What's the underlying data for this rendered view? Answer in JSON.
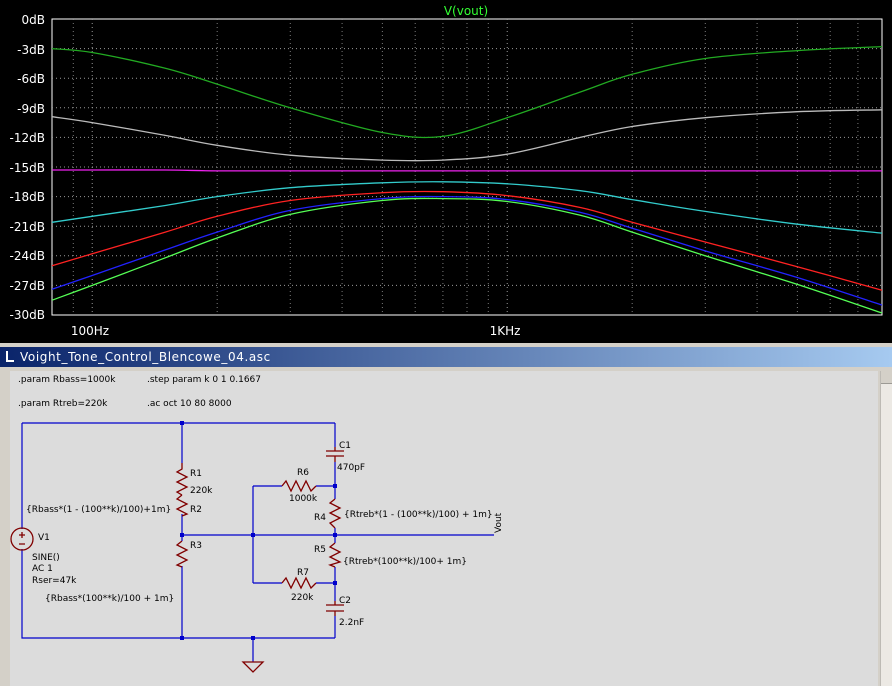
{
  "plot": {
    "title": "V(vout)",
    "y_ticks": [
      "0dB",
      "-3dB",
      "-6dB",
      "-9dB",
      "-12dB",
      "-15dB",
      "-18dB",
      "-21dB",
      "-24dB",
      "-27dB",
      "-30dB"
    ],
    "x_ticks": [
      "100Hz",
      "1KHz"
    ],
    "colors": {
      "background": "#000000",
      "grid": "#9a9a9a",
      "frame": "#ffffff",
      "title": "#33ff33"
    }
  },
  "chart_data": {
    "type": "line",
    "title": "V(vout)",
    "xscale": "log",
    "xlim": [
      80,
      8000
    ],
    "ylim": [
      -30,
      0
    ],
    "grid": true,
    "x": [
      80,
      100,
      150,
      200,
      300,
      500,
      700,
      1000,
      1500,
      2000,
      3000,
      5000,
      8000
    ],
    "series": [
      {
        "color": "#22aa22",
        "values": [
          -3.0,
          -3.4,
          -5.0,
          -6.6,
          -9.0,
          -11.5,
          -11.9,
          -10.0,
          -7.4,
          -5.6,
          -4.0,
          -3.2,
          -2.8
        ]
      },
      {
        "color": "#bbbbbb",
        "values": [
          -9.9,
          -10.5,
          -11.8,
          -12.8,
          -13.8,
          -14.3,
          -14.3,
          -13.7,
          -12.0,
          -10.9,
          -10.0,
          -9.4,
          -9.2
        ]
      },
      {
        "color": "#ee22ee",
        "values": [
          -15.3,
          -15.3,
          -15.3,
          -15.4,
          -15.4,
          -15.4,
          -15.4,
          -15.4,
          -15.4,
          -15.4,
          -15.4,
          -15.4,
          -15.4
        ]
      },
      {
        "color": "#33cccc",
        "values": [
          -20.6,
          -20.0,
          -18.9,
          -18.0,
          -17.1,
          -16.6,
          -16.5,
          -16.7,
          -17.4,
          -18.3,
          -19.5,
          -20.8,
          -21.7
        ]
      },
      {
        "color": "#ff2222",
        "values": [
          -25.0,
          -23.8,
          -21.6,
          -20.0,
          -18.4,
          -17.6,
          -17.5,
          -17.9,
          -19.1,
          -20.6,
          -22.6,
          -25.1,
          -27.5
        ]
      },
      {
        "color": "#2222ff",
        "values": [
          -27.4,
          -26.0,
          -23.4,
          -21.6,
          -19.4,
          -18.2,
          -18.0,
          -18.3,
          -19.6,
          -21.2,
          -23.5,
          -26.2,
          -29.0
        ]
      },
      {
        "color": "#55ff55",
        "values": [
          -28.5,
          -27.0,
          -24.2,
          -22.2,
          -19.8,
          -18.4,
          -18.2,
          -18.5,
          -19.9,
          -21.6,
          -24.0,
          -26.9,
          -29.8
        ]
      }
    ]
  },
  "schematic": {
    "window_title": "Voight_Tone_Control_Blencowe_04.asc",
    "directives": {
      "rbass": ".param Rbass=1000k",
      "step": ".step param k 0 1 0.1667",
      "rtreb": ".param Rtreb=220k",
      "ac": ".ac oct 10 80 8000"
    },
    "labels": {
      "c1": "C1",
      "c1_val": "470pF",
      "r6": "R6",
      "r6_val": "1000k",
      "r1": "R1",
      "r1_val": "220k",
      "r2": "R2",
      "r2_val": "{Rbass*(1 - (100**k)/100)+1m}",
      "r3": "R3",
      "r3_val": "{Rbass*(100**k)/100 + 1m}",
      "r4": "R4",
      "r4_val": "{Rtreb*(1 - (100**k)/100) + 1m}",
      "r5": "R5",
      "r5_val": "{Rtreb*(100**k)/100+ 1m}",
      "r7": "R7",
      "r7_val": "220k",
      "c2": "C2",
      "c2_val": "2.2nF",
      "v1": "V1",
      "v1_type": "SINE()",
      "v1_ac": "AC 1",
      "v1_rser": "Rser=47k",
      "vout": "Vout"
    },
    "colors": {
      "wire": "#0000cc",
      "component": "#800000",
      "background": "#dcdcdc"
    }
  }
}
